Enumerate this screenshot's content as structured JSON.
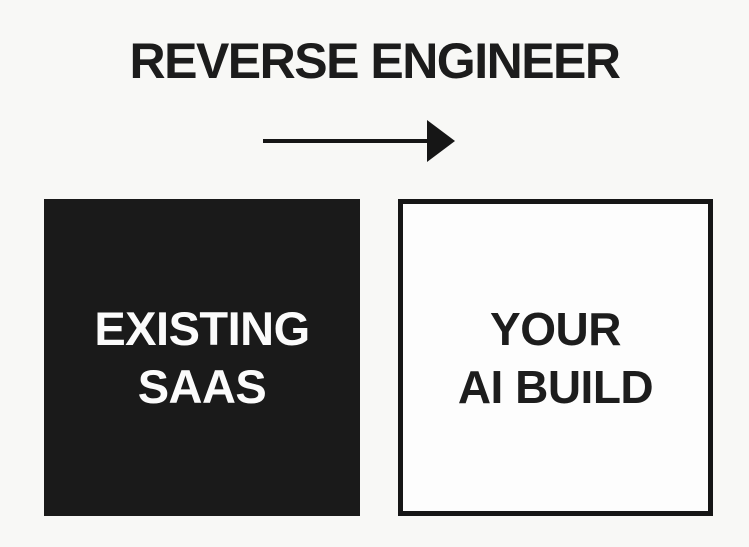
{
  "diagram": {
    "title": "REVERSE ENGINEER",
    "arrow": {
      "direction": "right"
    },
    "boxes": [
      {
        "lines": [
          "EXISTING",
          "SAAS"
        ]
      },
      {
        "lines": [
          "YOUR",
          "AI BUILD"
        ]
      }
    ],
    "colors": {
      "ink": "#1a1a1a",
      "background": "#f8f8f6",
      "light_text": "#fbfbfb",
      "outlined_box_fill": "#fdfdfd"
    }
  }
}
